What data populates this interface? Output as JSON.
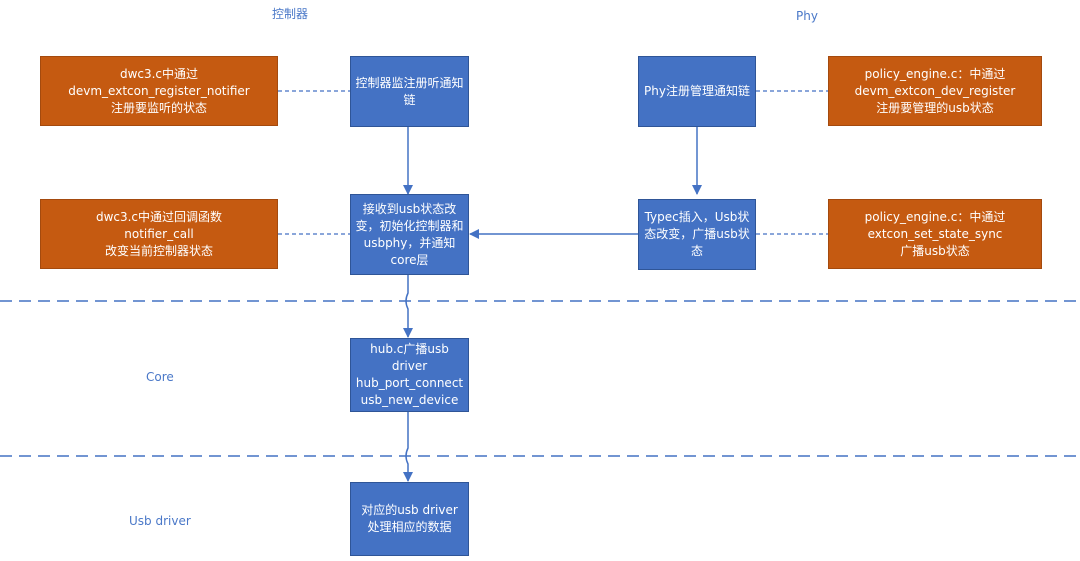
{
  "sections": {
    "controller": "控制器",
    "phy": "Phy",
    "core": "Core",
    "usb_driver": "Usb driver"
  },
  "boxes": {
    "note_dwc3_register": "dwc3.c中通过\ndevm_extcon_register_notifier\n注册要监听的状态",
    "ctrl_register_chain": "控制器监注册听通知链",
    "phy_register_chain": "Phy注册管理通知链",
    "note_policy_dev_register": "policy_engine.c：中通过\ndevm_extcon_dev_register\n注册要管理的usb状态",
    "note_dwc3_callback": "dwc3.c中通过回调函数\nnotifier_call\n改变当前控制器状态",
    "ctrl_receive_change": "接收到usb状态改变，初始化控制器和usbphy，并通知core层",
    "phy_typec_insert": "Typec插入，Usb状态改变，广播usb状态",
    "note_policy_set_state": "policy_engine.c：中通过\nextcon_set_state_sync\n广播usb状态",
    "core_hub_broadcast": "hub.c广播usb driver\nhub_port_connect\nusb_new_device",
    "driver_handle_data": "对应的usb driver\n处理相应的数据"
  },
  "colors": {
    "blue_box": "#4472c4",
    "orange_box": "#c55a11",
    "connector": "#4472c4",
    "label_text": "#4a78c8"
  }
}
